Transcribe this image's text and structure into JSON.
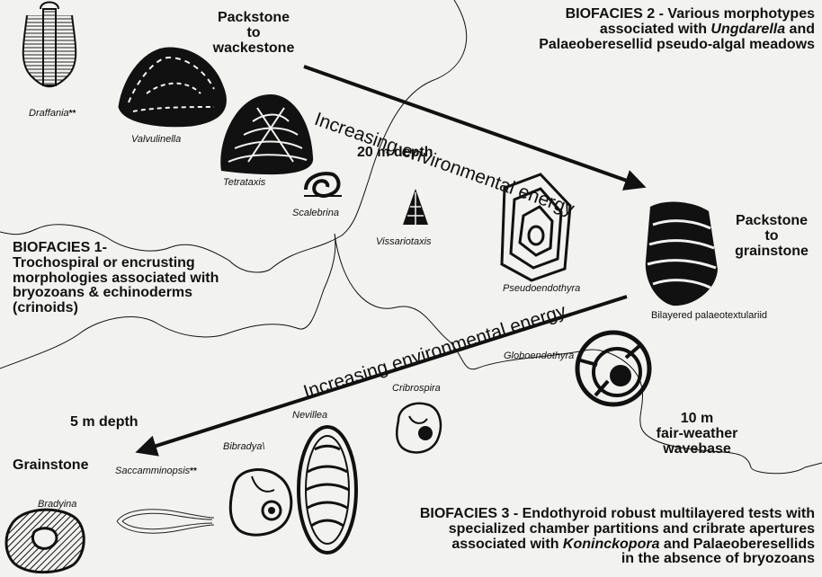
{
  "facies": {
    "b1": {
      "title": "BIOFACIES 1-",
      "lines": [
        "Trochospiral or encrusting",
        "morphologies associated with",
        "bryozoans & echinoderms",
        "(crinoids)"
      ]
    },
    "b2": {
      "line1": "BIOFACIES 2 - Various morphotypes",
      "line2_pre": "associated with ",
      "line2_em": "Ungdarella",
      "line2_post": " and",
      "line3": "Palaeoberesellid pseudo-algal meadows"
    },
    "b3": {
      "line1": "BIOFACIES 3 - Endothyroid robust multilayered tests with",
      "line2": "specialized chamber partitions and cribrate apertures",
      "line3_pre": "associated with ",
      "line3_em": "Koninckopora",
      "line3_post": " and Palaeoberesellids",
      "line4": "in the absence of bryozoans"
    }
  },
  "lithology": {
    "packwack": [
      "Packstone",
      "to",
      "wackestone"
    ],
    "packgrain": [
      "Packstone",
      "to",
      "grainstone"
    ],
    "grainstone": "Grainstone"
  },
  "depths": {
    "d20": "20 m depth",
    "d5": "5 m depth",
    "wavebase": [
      "10 m",
      "fair-weather",
      "wavebase"
    ]
  },
  "arrows": {
    "upper": "Increasing environmental energy",
    "lower": "Increasing environmental energy"
  },
  "taxa": {
    "draffania": "Draffania",
    "draffania_mark": "**",
    "valvulinella": "Valvulinella",
    "tetrataxis": "Tetrataxis",
    "scalebrina": "Scalebrina",
    "vissariotaxis": "Vissariotaxis",
    "pseudoendothyra": "Pseudoendothyra",
    "bilayered": "Bilayered palaeotextulariid",
    "globoendothyra": "Globoendothyra",
    "cribrospira": "Cribrospira",
    "nevillea": "Nevillea",
    "bibradya": "Bibradya\\",
    "saccamminopsis": "Saccamminopsis",
    "saccamminopsis_mark": "**",
    "bradyina": "Bradyina"
  }
}
